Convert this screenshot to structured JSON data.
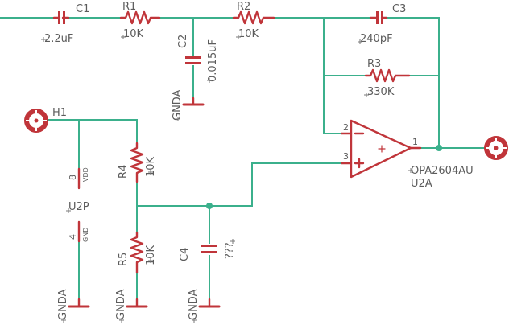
{
  "colors": {
    "wire": "#3bb08c",
    "part": "#c0353a",
    "text": "#5c5c5c",
    "background": "#ffffff"
  },
  "components": {
    "c1": {
      "name": "C1",
      "value": "2.2uF"
    },
    "r1": {
      "name": "R1",
      "value": "10K"
    },
    "c2": {
      "name": "C2",
      "value": "0.015uF"
    },
    "r2": {
      "name": "R2",
      "value": "10K"
    },
    "c3": {
      "name": "C3",
      "value": "240pF"
    },
    "r3": {
      "name": "R3",
      "value": "330K"
    },
    "opamp": {
      "part": "OPA2604AU",
      "name": "U2A",
      "pin_inv": "2",
      "pin_noninv": "3",
      "pin_out": "1"
    },
    "h1": {
      "name": "H1"
    },
    "power": {
      "name": "U2P",
      "vdd_pin": "8",
      "vdd_label": "VDD",
      "gnd_pin": "4",
      "gnd_label": "GND"
    },
    "r4": {
      "name": "R4",
      "value": "10K"
    },
    "r5": {
      "name": "R5",
      "value": "10K"
    },
    "c4": {
      "name": "C4",
      "value": "???"
    }
  },
  "grounds": {
    "label": "GNDA"
  },
  "icons": {
    "input_pad": "pad-icon",
    "output_pad": "pad-icon",
    "ground": "ground-icon"
  }
}
